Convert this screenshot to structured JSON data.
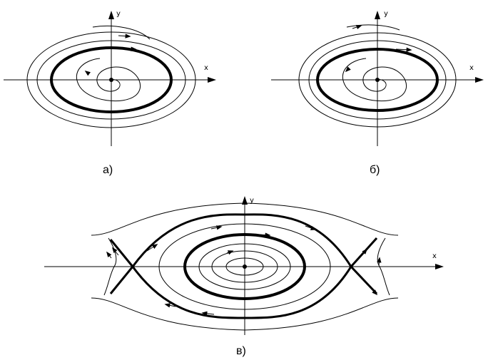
{
  "panels": [
    {
      "caption": "а)",
      "x_label": "x",
      "y_label": "y"
    },
    {
      "caption": "б)",
      "x_label": "x",
      "y_label": "y"
    },
    {
      "caption": "в)",
      "x_label": "x",
      "y_label": "y"
    }
  ],
  "colors": {
    "ink": "#000000",
    "background": "#ffffff"
  }
}
